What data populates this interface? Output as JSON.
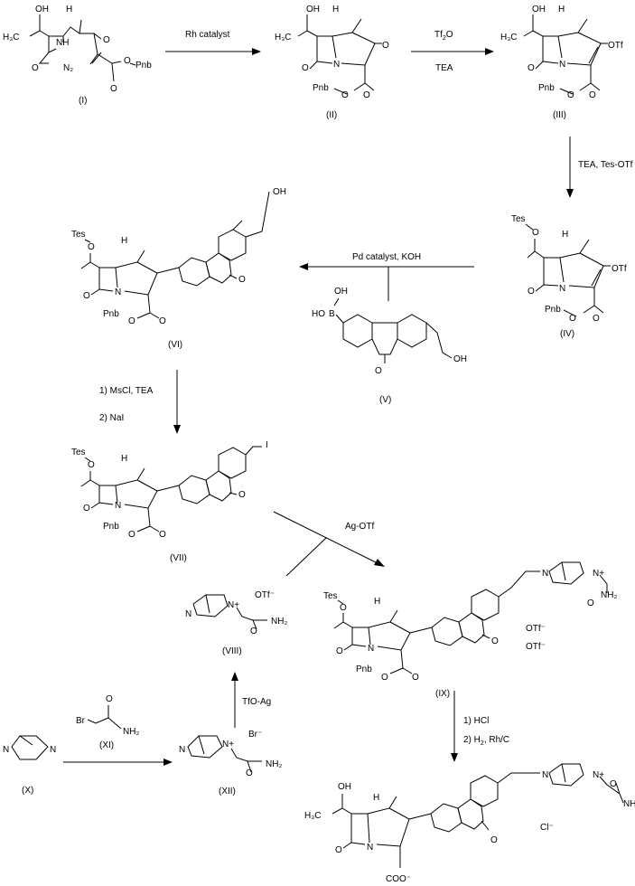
{
  "scheme": {
    "compounds": {
      "c1": "(I)",
      "c2": "(II)",
      "c3": "(III)",
      "c4": "(IV)",
      "c5": "(V)",
      "c6": "(VI)",
      "c7": "(VII)",
      "c8": "(VIII)",
      "c9": "(IX)",
      "c10": "(X)",
      "c11": "(XI)",
      "c12": "(XII)"
    },
    "reagents": {
      "step1": "Rh catalyst",
      "step2_top": "Tf",
      "step2_top_sub": "2",
      "step2_top_tail": "O",
      "step2_bottom": "TEA",
      "step3": "TEA, Tes-OTf",
      "step4": "Pd catalyst, KOH",
      "step5a": "1) MsCl, TEA",
      "step5b": "2) NaI",
      "step6": "Ag-OTf",
      "step7": "TfO-Ag",
      "step9a": "1) HCl",
      "step9b_pre": "2) H",
      "step9b_sub": "2",
      "step9b_post": ", Rh/C"
    },
    "atoms": {
      "oh": "OH",
      "o": "O",
      "n": "N",
      "nh": "NH",
      "h3c": "H₃C",
      "h": "H",
      "pnb": "Pnb",
      "otf": "OTf",
      "tes": "Tes",
      "n2": "N₂",
      "b": "B",
      "ho": "HO",
      "i": "I",
      "nh2": "NH₂",
      "nplus": "N+",
      "br": "Br",
      "bracket_minus": "−",
      "otf_minus": "OTf⁻",
      "br_minus": "Br⁻",
      "cl_minus": "Cl⁻",
      "coo_minus": "COO⁻"
    }
  }
}
